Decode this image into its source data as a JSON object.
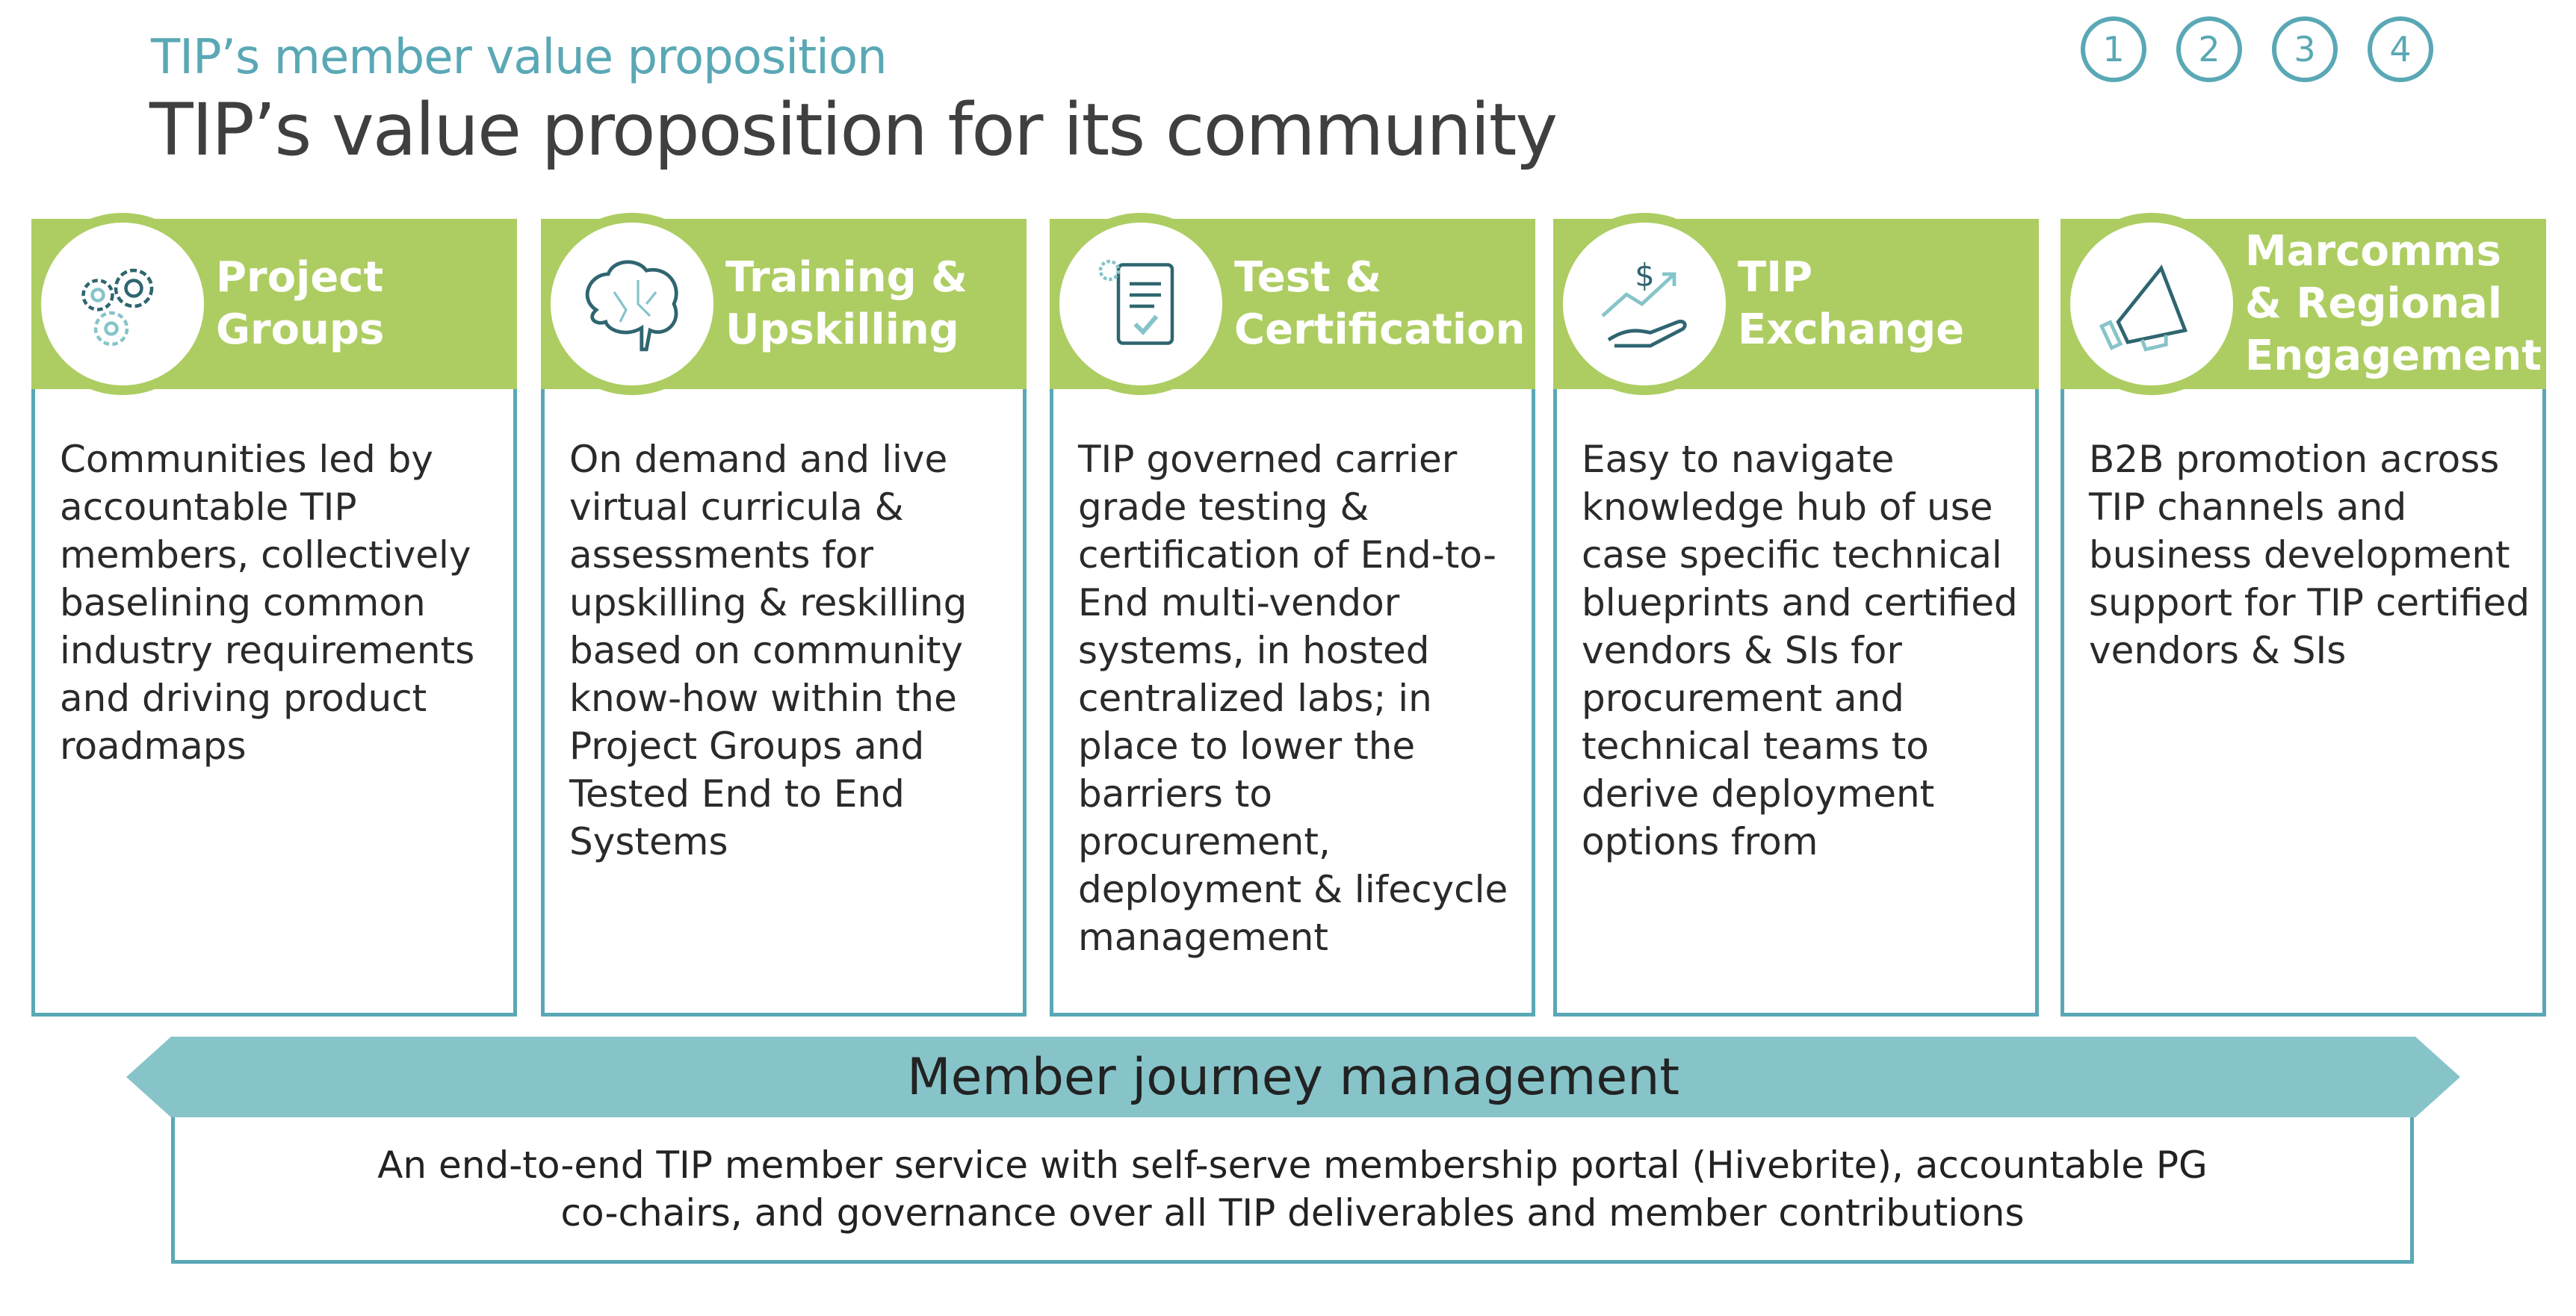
{
  "header": {
    "subtitle": "TIP’s member value proposition",
    "title": "TIP’s value proposition for its community",
    "steps": [
      "1",
      "2",
      "3",
      "4"
    ]
  },
  "cards": [
    {
      "title": "Project\nGroups",
      "icon": "gears-icon",
      "body": "Communities led by accountable TIP members, collectively baselining common industry requirements and driving product roadmaps"
    },
    {
      "title": "Training &\nUpskilling",
      "icon": "brain-icon",
      "body": "On demand and live virtual curricula & assessments for upskilling & reskilling based on community know-how within the Project Groups and Tested End to End Systems"
    },
    {
      "title": "Test &\nCertification",
      "icon": "checklist-icon",
      "body": "TIP governed carrier grade testing & certification of End-to-End multi-vendor systems, in hosted centralized labs; in place to lower the barriers to procurement, deployment & lifecycle management"
    },
    {
      "title": "TIP\nExchange",
      "icon": "dollar-growth-hand-icon",
      "body": "Easy to navigate knowledge hub of use case specific technical blueprints and certified vendors & SIs for procurement and technical teams to derive deployment options from"
    },
    {
      "title": "Marcomms\n& Regional\nEngagement",
      "icon": "megaphone-icon",
      "body": "B2B promotion across TIP channels and business development support for TIP certified vendors & SIs"
    }
  ],
  "journey": {
    "title": "Member journey management",
    "text": "An end-to-end TIP member service with self-serve membership portal (Hivebrite), accountable PG\nco-chairs, and governance over all TIP deliverables and member contributions"
  },
  "colors": {
    "teal": "#5aa8b6",
    "green": "#adcd62",
    "banner": "#86c4c9"
  }
}
